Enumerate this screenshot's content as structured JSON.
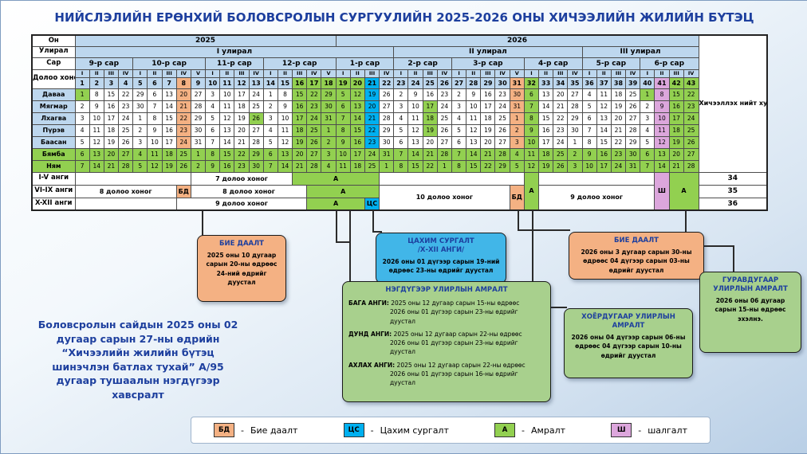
{
  "title": "НИЙСЛЭЛИЙН ЕРӨНХИЙ БОЛОВСРОЛЫН СУРГУУЛИЙН 2025-2026 ОНЫ ХИЧЭЭЛИЙН ЖИЛИЙН БҮТЭЦ",
  "colors": {
    "rest_green": "#92D050",
    "independent_orange": "#F4B183",
    "elearning_blue": "#00B0F0",
    "exam_pink": "#DCA6DC",
    "header_blue": "#BDD7EE",
    "title_ink": "#1d3f9e",
    "box_green": "#A8D08D",
    "box_blue": "#41B6E8"
  },
  "table": {
    "row_labels": {
      "year": "Он",
      "quarter": "Улирал",
      "month": "Сар",
      "week": "Долоо хоног"
    },
    "total_header": "Хичээллэх нийт хугацаа (долоо хоног)",
    "years": [
      {
        "text": "2025",
        "span": 18
      },
      {
        "text": "2026",
        "span": 25
      }
    ],
    "quarters": [
      {
        "text": "I улирал",
        "span": 22
      },
      {
        "text": "II улирал",
        "span": 13
      },
      {
        "text": "III улирал",
        "span": 8
      }
    ],
    "months": [
      {
        "text": "9-р сар",
        "span": 4
      },
      {
        "text": "10-р сар",
        "span": 5
      },
      {
        "text": "11-р сар",
        "span": 4
      },
      {
        "text": "12-р сар",
        "span": 5
      },
      {
        "text": "1-р сар",
        "span": 4
      },
      {
        "text": "2-р сар",
        "span": 4
      },
      {
        "text": "3-р сар",
        "span": 5
      },
      {
        "text": "4-р сар",
        "span": 4
      },
      {
        "text": "5-р сар",
        "span": 4
      },
      {
        "text": "6-р сар",
        "span": 4
      }
    ],
    "romans": [
      "I",
      "II",
      "III",
      "IV",
      "V"
    ],
    "week_status": {
      "8": "bd",
      "16": "a",
      "17": "a",
      "18": "a",
      "19": "a",
      "20": "a",
      "21": "cs",
      "31": "bd",
      "32": "a",
      "41": "sh",
      "42": "a",
      "43": "a"
    },
    "holidays": [
      [
        0,
        1
      ],
      [
        2,
        13
      ],
      [
        1,
        25
      ],
      [
        2,
        25
      ],
      [
        3,
        25
      ],
      [
        0,
        40
      ]
    ],
    "days": [
      {
        "label": "Даваа",
        "weekend": false,
        "dates": [
          1,
          8,
          15,
          22,
          29,
          6,
          13,
          20,
          27,
          3,
          10,
          17,
          24,
          1,
          8,
          15,
          22,
          29,
          5,
          12,
          19,
          26,
          2,
          9,
          16,
          23,
          2,
          9,
          16,
          23,
          30,
          6,
          13,
          20,
          27,
          4,
          11,
          18,
          25,
          1,
          8,
          15,
          22
        ]
      },
      {
        "label": "Мягмар",
        "weekend": false,
        "dates": [
          2,
          9,
          16,
          23,
          30,
          7,
          14,
          21,
          28,
          4,
          11,
          18,
          25,
          2,
          9,
          16,
          23,
          30,
          6,
          13,
          20,
          27,
          3,
          10,
          17,
          24,
          3,
          10,
          17,
          24,
          31,
          7,
          14,
          21,
          28,
          5,
          12,
          19,
          26,
          2,
          9,
          16,
          23
        ]
      },
      {
        "label": "Лхагва",
        "weekend": false,
        "dates": [
          3,
          10,
          17,
          24,
          1,
          8,
          15,
          22,
          29,
          5,
          12,
          19,
          26,
          3,
          10,
          17,
          24,
          31,
          7,
          14,
          21,
          28,
          4,
          11,
          18,
          25,
          4,
          11,
          18,
          25,
          1,
          8,
          15,
          22,
          29,
          6,
          13,
          20,
          27,
          3,
          10,
          17,
          24
        ]
      },
      {
        "label": "Пүрэв",
        "weekend": false,
        "dates": [
          4,
          11,
          18,
          25,
          2,
          9,
          16,
          23,
          30,
          6,
          13,
          20,
          27,
          4,
          11,
          18,
          25,
          1,
          8,
          15,
          22,
          29,
          5,
          12,
          19,
          26,
          5,
          12,
          19,
          26,
          2,
          9,
          16,
          23,
          30,
          7,
          14,
          21,
          28,
          4,
          11,
          18,
          25
        ]
      },
      {
        "label": "Баасан",
        "weekend": false,
        "dates": [
          5,
          12,
          19,
          26,
          3,
          10,
          17,
          24,
          31,
          7,
          14,
          21,
          28,
          5,
          12,
          19,
          26,
          2,
          9,
          16,
          23,
          30,
          6,
          13,
          20,
          27,
          6,
          13,
          20,
          27,
          3,
          10,
          17,
          24,
          1,
          8,
          15,
          22,
          29,
          5,
          12,
          19,
          26
        ]
      },
      {
        "label": "Бямба",
        "weekend": true,
        "dates": [
          6,
          13,
          20,
          27,
          4,
          11,
          18,
          25,
          1,
          8,
          15,
          22,
          29,
          6,
          13,
          20,
          27,
          3,
          10,
          17,
          24,
          31,
          7,
          14,
          21,
          28,
          7,
          14,
          21,
          28,
          4,
          11,
          18,
          25,
          2,
          9,
          16,
          23,
          30,
          6,
          13,
          20,
          27
        ]
      },
      {
        "label": "Ням",
        "weekend": true,
        "dates": [
          7,
          14,
          21,
          28,
          5,
          12,
          19,
          26,
          2,
          9,
          16,
          23,
          30,
          7,
          14,
          21,
          28,
          4,
          11,
          18,
          25,
          1,
          8,
          15,
          22,
          1,
          8,
          15,
          22,
          29,
          5,
          12,
          19,
          26,
          3,
          10,
          17,
          24,
          31,
          7,
          14,
          21,
          28
        ]
      }
    ],
    "grades": [
      {
        "label": "I-V анги",
        "total": "34",
        "cells": [
          {
            "span": 8,
            "text": ""
          },
          {
            "span": 7,
            "text": "7 долоо хоног"
          },
          {
            "span": 6,
            "text": "А",
            "status": "a"
          },
          {
            "span": 10,
            "text": ""
          },
          {
            "span": 1,
            "text": "А",
            "status": "a",
            "rows": 3
          },
          {
            "span": 8,
            "text": ""
          },
          {
            "span": 1,
            "text": "Ш",
            "status": "sh",
            "rows": 3
          },
          {
            "span": 2,
            "text": "А",
            "status": "a",
            "rows": 3
          }
        ]
      },
      {
        "label": "VI-IX анги",
        "total": "35",
        "cells": [
          {
            "span": 7,
            "text": "8 долоо хоног"
          },
          {
            "span": 1,
            "text": "БД",
            "status": "bd"
          },
          {
            "span": 8,
            "text": "8 долоо хоног"
          },
          {
            "span": 5,
            "text": "А",
            "status": "a"
          },
          {
            "span": 9,
            "text": "10 долоо хоног",
            "rows": 2
          },
          {
            "span": 1,
            "text": "БД",
            "status": "bd",
            "rows": 2
          },
          {
            "span": 8,
            "text": "9 долоо хоног",
            "rows": 2
          }
        ]
      },
      {
        "label": "X-XII анги",
        "total": "36",
        "cells": [
          {
            "span": 7,
            "text": ""
          },
          {
            "span": 9,
            "text": "9 долоо хоног"
          },
          {
            "span": 4,
            "text": "А",
            "status": "a"
          },
          {
            "span": 1,
            "text": "ЦС",
            "status": "cs"
          }
        ]
      }
    ]
  },
  "callouts": {
    "bd1": {
      "title": "БИЕ ДААЛТ",
      "body": "2025 оны 10 дугаар сарын 20-ны өдрөөс 24-ний өдрийг дуустал"
    },
    "cs": {
      "title": "ЦАХИМ СУРГАЛТ",
      "subtitle": "/Х-XII АНГИ/",
      "body": "2026 оны 01 дүгээр сарын 19-ний өдрөөс 23-ны өдрийг дуустал"
    },
    "bd2": {
      "title": "БИЕ ДААЛТ",
      "body": "2026 оны 3 дугаар сарын 30-ны өдрөөс 04 дүгээр сарын 03-ны өдрийг дуустал"
    },
    "q1": {
      "title": "НЭГДҮГЭЭР УЛИРЛЫН АМРАЛТ",
      "entries": [
        {
          "label": "БАГА АНГИ:",
          "from": "2025 оны 12 дугаар сарын 15-ны өдрөөс",
          "to": "2026 оны 01 дүгээр сарын 23-ны өдрийг дуустал"
        },
        {
          "label": "ДУНД АНГИ:",
          "from": "2025 оны 12 дугаар сарын 22-ны өдрөөс",
          "to": "2026 оны 01 дүгээр сарын 23-ны өдрийг дуустал"
        },
        {
          "label": "АХЛАХ АНГИ:",
          "from": "2025 оны 12 дугаар сарын 22-ны өдрөөс",
          "to": "2026 оны 01 дүгээр сарын 16-ны өдрийг дуустал"
        }
      ]
    },
    "q2": {
      "title": "ХОЁРДУГААР УЛИРЛЫН АМРАЛТ",
      "body": "2026 оны 04 дүгээр сарын 06-ны өдрөөс 04 дүгээр сарын 10-ны өдрийг дуустал"
    },
    "q3": {
      "title": "ГУРАВДУГААР УЛИРЛЫН АМРАЛТ",
      "body": "2026 оны 06 дугаар сарын 15-ны өдрөөс эхэлнэ."
    }
  },
  "note": "Боловсролын сайдын 2025 оны 02 дугаар сарын 27-ны өдрийн “Хичээлийн жилийн бүтэц шинэчлэн батлах тухай” А/95 дугаар тушаалын нэгдүгээр хавсралт",
  "legend": {
    "separator": "-",
    "items": [
      {
        "abbr": "БД",
        "name": "Бие даалт",
        "status": "bd"
      },
      {
        "abbr": "ЦС",
        "name": "Цахим сургалт",
        "status": "cs"
      },
      {
        "abbr": "А",
        "name": "Амралт",
        "status": "a"
      },
      {
        "abbr": "Ш",
        "name": "шалгалт",
        "status": "sh"
      }
    ]
  }
}
